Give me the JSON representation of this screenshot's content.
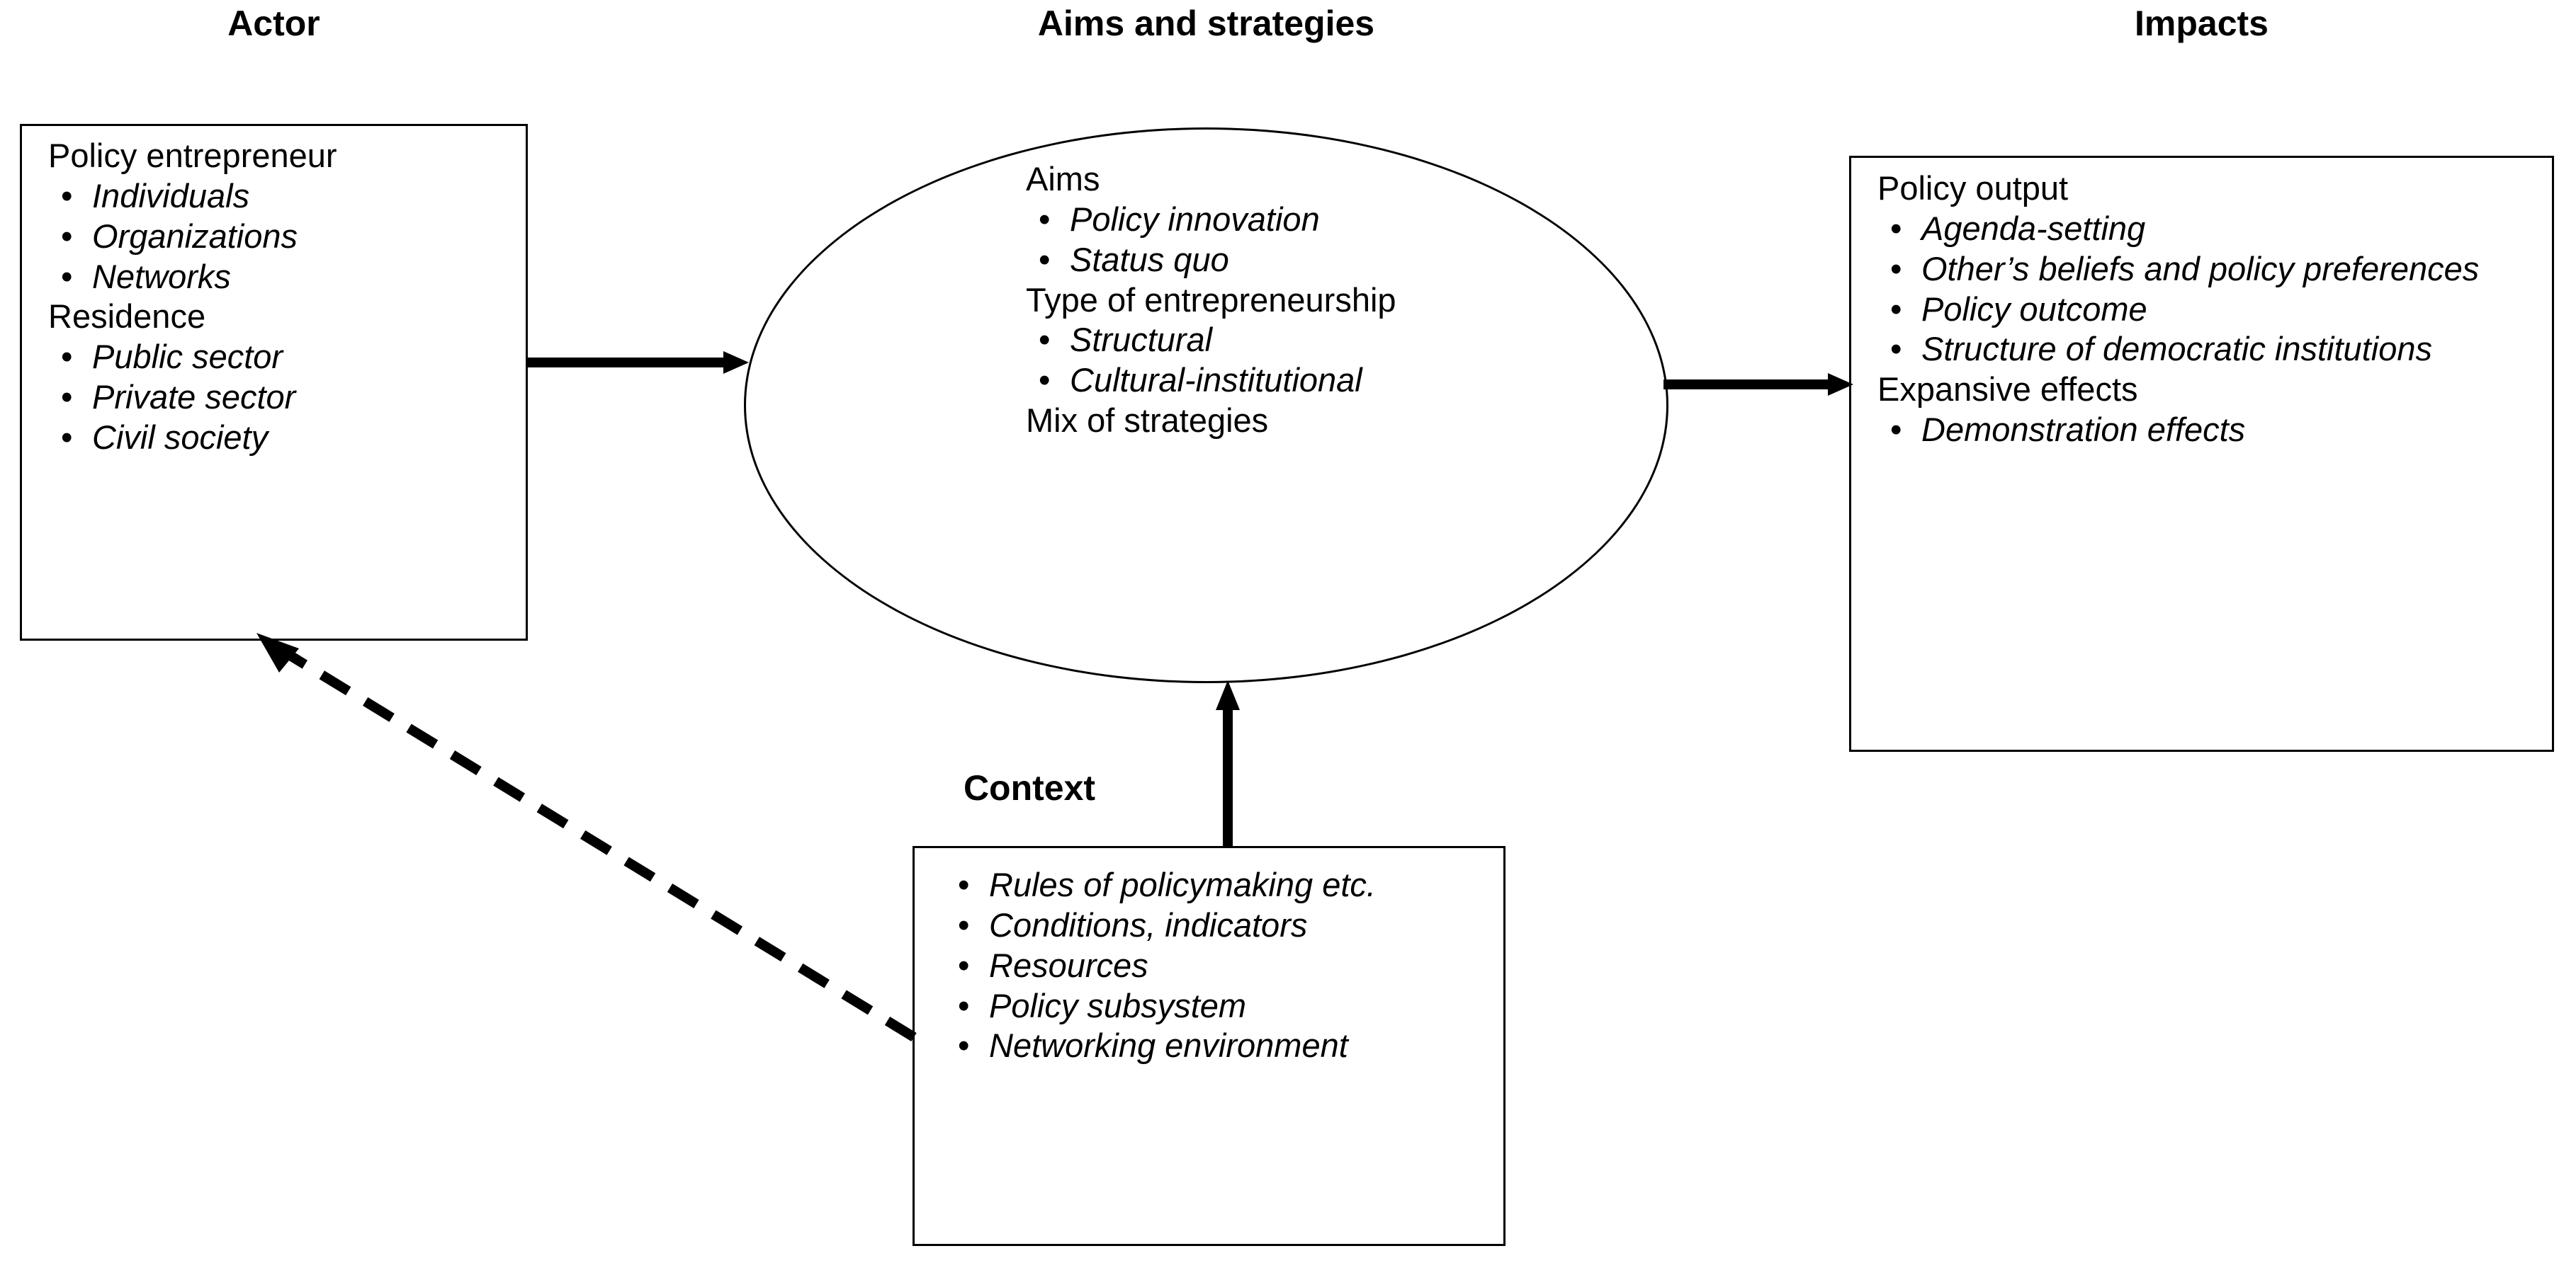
{
  "headings": {
    "actor": "Actor",
    "aims": "Aims and strategies",
    "impacts": "Impacts",
    "context": "Context"
  },
  "nodes": {
    "actor": {
      "shape": "rectangle",
      "groups": [
        {
          "label": "Policy entrepreneur",
          "items": [
            "Individuals",
            "Organizations",
            "Networks"
          ]
        },
        {
          "label": "Residence",
          "items": [
            "Public sector",
            "Private sector",
            "Civil society"
          ]
        }
      ]
    },
    "aims": {
      "shape": "ellipse",
      "groups": [
        {
          "label": "Aims",
          "items": [
            "Policy innovation",
            "Status quo"
          ]
        },
        {
          "label": "Type of entrepreneurship",
          "items": [
            "Structural",
            "Cultural-institutional"
          ]
        },
        {
          "label": "Mix of strategies",
          "items": []
        }
      ]
    },
    "impacts": {
      "shape": "rectangle",
      "groups": [
        {
          "label": "Policy output",
          "items": [
            "Agenda-setting",
            "Other’s beliefs and policy preferences",
            "Policy outcome",
            "Structure of democratic institutions"
          ]
        },
        {
          "label": "Expansive effects",
          "items": [
            "Demonstration effects"
          ]
        }
      ]
    },
    "context": {
      "shape": "rectangle",
      "groups": [
        {
          "label": "",
          "items": [
            "Rules of policymaking etc.",
            "Conditions, indicators",
            "Resources",
            "Policy subsystem",
            "Networking environment"
          ]
        }
      ]
    }
  },
  "connectors": [
    {
      "id": "actor-to-aims",
      "from": "actor",
      "to": "aims",
      "style": "solid",
      "direction": "right"
    },
    {
      "id": "aims-to-impacts",
      "from": "aims",
      "to": "impacts",
      "style": "solid",
      "direction": "right"
    },
    {
      "id": "context-to-aims",
      "from": "context",
      "to": "aims",
      "style": "solid",
      "direction": "up"
    },
    {
      "id": "context-to-actor",
      "from": "context",
      "to": "actor",
      "style": "dashed",
      "direction": "up-left"
    }
  ],
  "colors": {
    "stroke": "#000000",
    "background": "#ffffff",
    "text": "#000000"
  }
}
